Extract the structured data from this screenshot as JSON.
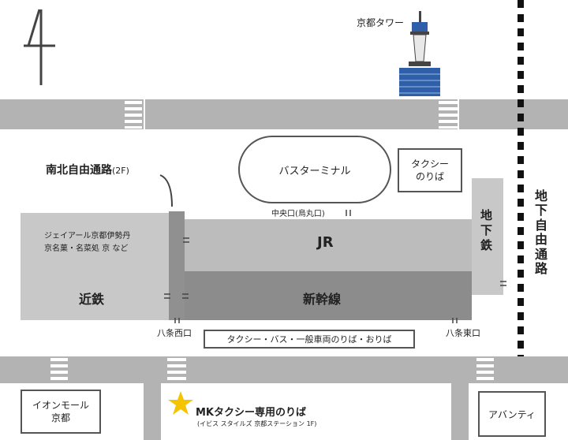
{
  "labels": {
    "kyoto_tower": "京都タワー",
    "north_south_passage": "南北自由通路",
    "north_south_passage_floor": "(2F)",
    "bus_terminal": "バスターミナル",
    "taxi_pickup": "タクシー\nのりば",
    "central_exit": "中央口(烏丸口)",
    "shops_line1": "ジェイアール京都伊勢丹",
    "shops_line2": "京名菓・名菜処 京 など",
    "jr": "JR",
    "subway": "地\n下\n鉄",
    "underground_passage": "地\n下\n自\n由\n通\n路",
    "kintetsu": "近鉄",
    "shinkansen": "新幹線",
    "hachijo_west": "八条西口",
    "hachijo_east": "八条東口",
    "taxi_bus_general": "タクシー・バス・一般車両のりば・おりば",
    "aeon_mall": "イオンモール\n京都",
    "mk_taxi": "MKタクシー専用のりば",
    "mk_taxi_sub": "(イビス スタイルズ 京都ステーション 1F)",
    "avanti": "アバンティ"
  },
  "colors": {
    "road": "#b3b3b3",
    "light_building": "#c8c8c8",
    "jr_area": "#bcbcbc",
    "shinkansen_area": "#8c8c8c",
    "passage": "#909090",
    "star": "#f5c400",
    "tower_blue": "#2f5fa8"
  },
  "icons": {
    "compass": "north-arrow-icon",
    "tower": "kyoto-tower-icon",
    "star": "star-icon"
  }
}
